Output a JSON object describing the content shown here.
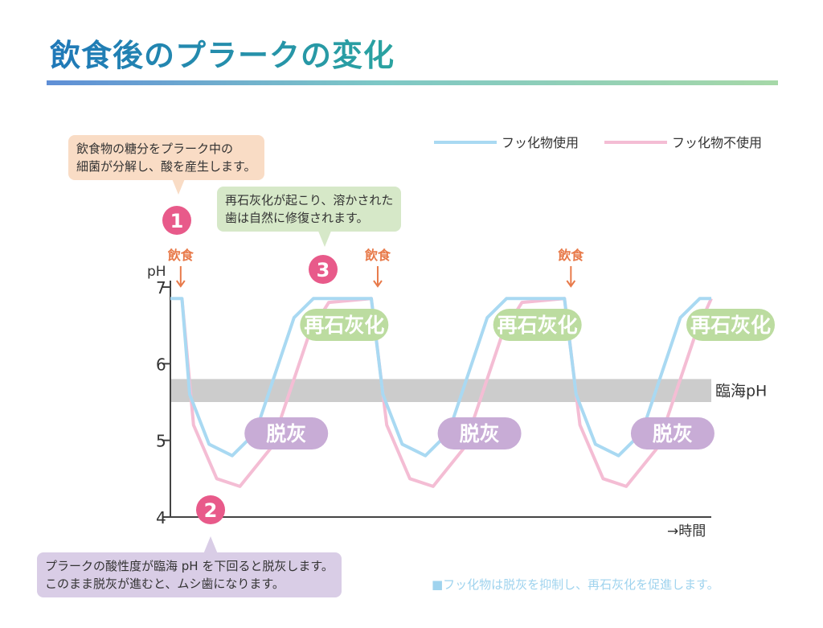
{
  "title": "飲食後のプラークの変化",
  "callouts": {
    "sugar": [
      "飲食物の糖分をプラーク中の",
      "細菌が分解し、酸を産生します。"
    ],
    "remineral": [
      "再石灰化が起こり、溶かされた",
      "歯は自然に修復されます。"
    ],
    "demineral": [
      "プラークの酸性度が臨海 pH を下回ると脱灰します。",
      "このまま脱灰が進むと、ムシ歯になります。"
    ]
  },
  "footnote": "■フッ化物は脱灰を抑制し、再石灰化を促進します。",
  "steps": [
    "1",
    "2",
    "3"
  ],
  "colors": {
    "fluoride": "#a9d9f2",
    "no_fluoride": "#f4bdd4",
    "critical_band": "#cccccc",
    "demineral": "#c8acd6",
    "remineral": "#bcdca0",
    "meal_arrow": "#e87a4a",
    "step_badge": "#e85a8a"
  },
  "chart_data": {
    "type": "line",
    "ylabel": "pH",
    "xlabel": "→時間",
    "y_ticks": [
      "7",
      "6",
      "5",
      "4"
    ],
    "ylim": [
      4,
      7
    ],
    "critical_band": {
      "label": "臨海pH",
      "range": [
        5.5,
        5.8
      ]
    },
    "meal_label": "飲食",
    "meal_times": [
      0.05,
      2.6,
      5.1
    ],
    "phase_labels": {
      "demineral": "脱灰",
      "remineral": "再石灰化"
    },
    "demineral_label_count": 3,
    "remineral_label_count": 3,
    "series": [
      {
        "name": "フッ化物使用",
        "points": [
          [
            0,
            6.85
          ],
          [
            0.15,
            6.85
          ],
          [
            0.25,
            5.6
          ],
          [
            0.5,
            4.95
          ],
          [
            0.8,
            4.8
          ],
          [
            1.1,
            5.1
          ],
          [
            1.6,
            6.6
          ],
          [
            1.85,
            6.85
          ],
          [
            2.6,
            6.85
          ],
          [
            2.75,
            5.6
          ],
          [
            3.0,
            4.95
          ],
          [
            3.3,
            4.8
          ],
          [
            3.6,
            5.1
          ],
          [
            4.1,
            6.6
          ],
          [
            4.35,
            6.85
          ],
          [
            5.1,
            6.85
          ],
          [
            5.25,
            5.6
          ],
          [
            5.5,
            4.95
          ],
          [
            5.8,
            4.8
          ],
          [
            6.1,
            5.1
          ],
          [
            6.6,
            6.6
          ],
          [
            6.85,
            6.85
          ],
          [
            7.0,
            6.85
          ]
        ]
      },
      {
        "name": "フッ化物不使用",
        "points": [
          [
            0.15,
            6.85
          ],
          [
            0.3,
            5.2
          ],
          [
            0.6,
            4.5
          ],
          [
            0.9,
            4.4
          ],
          [
            1.3,
            4.9
          ],
          [
            1.8,
            6.4
          ],
          [
            2.05,
            6.8
          ],
          [
            2.6,
            6.85
          ],
          [
            2.8,
            5.2
          ],
          [
            3.1,
            4.5
          ],
          [
            3.4,
            4.4
          ],
          [
            3.8,
            4.9
          ],
          [
            4.3,
            6.4
          ],
          [
            4.55,
            6.8
          ],
          [
            5.1,
            6.85
          ],
          [
            5.3,
            5.2
          ],
          [
            5.6,
            4.5
          ],
          [
            5.9,
            4.4
          ],
          [
            6.3,
            4.9
          ],
          [
            6.8,
            6.4
          ],
          [
            7.0,
            6.85
          ]
        ]
      }
    ]
  }
}
